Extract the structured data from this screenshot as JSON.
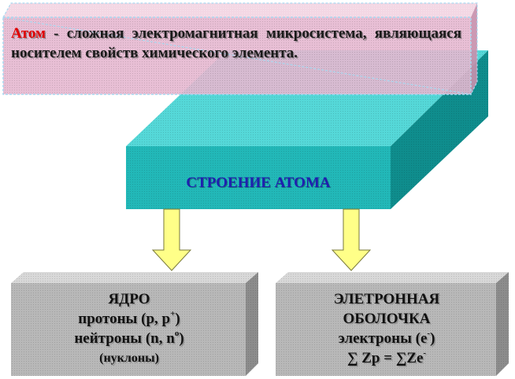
{
  "definition": {
    "term": "Атом",
    "text": " - сложная электромагнитная микросистема, являющаяся носителем свойств химического элемента."
  },
  "structure": {
    "title": "СТРОЕНИЕ АТОМА"
  },
  "nucleus": {
    "title": "ЯДРО",
    "protons_label": "протоны (p, p",
    "protons_sup": "+",
    "protons_close": ")",
    "neutrons_label": "нейтроны (n, n",
    "neutrons_sup": "o",
    "neutrons_close": ")",
    "nucleons_label": "(нуклоны)"
  },
  "shell": {
    "title_line1": "ЭЛЕТРОННАЯ",
    "title_line2": "ОБОЛОЧКА",
    "electrons_label": "электроны (e",
    "electrons_sup": "-",
    "electrons_close": ")",
    "equation": "∑ Zp = ∑Ze",
    "equation_sup": "-"
  },
  "colors": {
    "definition_fill": "#e6b8d0",
    "definition_border": "#a8d8f0",
    "teal_front": "#22b8b8",
    "teal_top": "#55d8d8",
    "teal_side": "#0f8d8d",
    "arrow_fill": "#ffff88",
    "box_front": "#b8b8b8",
    "box_top": "#d8d8d8",
    "box_side": "#8c8c8c",
    "term_color": "#e00000",
    "title_color": "#1f1fb0"
  }
}
